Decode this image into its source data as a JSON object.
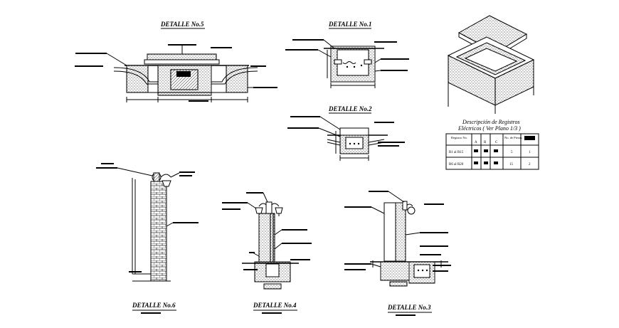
{
  "details": {
    "d5": "DETALLE  No.5",
    "d1": "DETALLE  No.1",
    "d2": "DETALLE  No.2",
    "d6": "DETALLE  No.6",
    "d4": "DETALLE  No.4",
    "d3": "DETALLE  No.3"
  },
  "table": {
    "caption_line1": "Descripción de Registros",
    "caption_line2": "Eléctricos  ( Ver Plano  1/3 )",
    "headers": [
      "Registro No.",
      "A",
      "B",
      "C",
      "No. de Piezas",
      ""
    ],
    "rows": [
      [
        "R1 al R15",
        "",
        "",
        "",
        "5",
        "1"
      ],
      [
        "R6 al R20",
        "",
        "",
        "",
        "15",
        "2"
      ]
    ]
  },
  "colors": {
    "ink": "#000000",
    "paper": "#ffffff",
    "hatch": "#444444"
  }
}
